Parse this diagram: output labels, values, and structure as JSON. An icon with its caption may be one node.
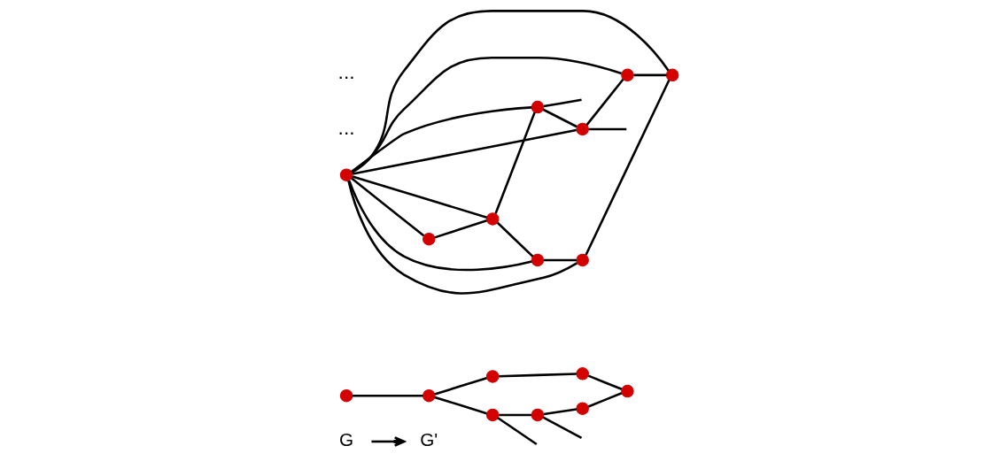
{
  "diagram": {
    "nodes": [
      {
        "text": [
          "G"
        ]
      },
      {
        "text": [],
        "shape": "circle"
      },
      {
        "text": [],
        "shape": "circle"
      },
      {
        "text": [],
        "shape": "circle"
      },
      {
        "text": [],
        "shape": "circle"
      },
      {
        "text": [],
        "shape": "circle"
      },
      {
        "text": [],
        "shape": "circle"
      },
      {
        "text": [],
        "shape": "circle"
      },
      {
        "text": [],
        "shape": "circle"
      },
      {
        "text": [
          "G'"
        ]
      },
      {
        "text": [],
        "shape": "circle"
      },
      {
        "text": [],
        "shape": "circle"
      },
      {
        "text": [],
        "shape": "circle"
      },
      {
        "text": [],
        "shape": "circle"
      },
      {
        "text": [],
        "shape": "circle"
      },
      {
        "text": [],
        "shape": "circle"
      },
      {
        "text": [],
        "shape": "circle"
      },
      {
        "text": [],
        "shape": "circle"
      },
      {
        "text": [],
        "shape": "circle"
      }
    ],
    "edges": [
      {
        "from": 1,
        "to": 3,
        "arrow": "none"
      },
      {
        "from": 3,
        "to": 2,
        "arrow": "none"
      },
      {
        "from": 3,
        "to": 5,
        "arrow": "none"
      },
      {
        "from": 5,
        "to": 7,
        "arrow": "none"
      },
      {
        "from": 7,
        "to": 8,
        "arrow": "none"
      },
      {
        "from": 8,
        "to": 6,
        "arrow": "none"
      },
      {
        "from": 2,
        "to": 4,
        "arrow": "none"
      },
      {
        "from": 4,
        "to": 6,
        "arrow": "none"
      },
      {
        "from": 5,
        "to": null,
        "arrow": "none"
      },
      {
        "from": 7,
        "to": null,
        "arrow": "none"
      },
      {
        "from": 0,
        "to": 9,
        "arrow": "to"
      },
      {
        "from": 10,
        "to": 12,
        "arrow": "none"
      },
      {
        "from": 12,
        "to": 11,
        "arrow": "none"
      },
      {
        "from": 12,
        "to": 15,
        "arrow": "none"
      },
      {
        "from": 15,
        "to": 16,
        "arrow": "none"
      },
      {
        "from": 16,
        "to": 18,
        "arrow": "none"
      },
      {
        "from": 18,
        "to": 14,
        "arrow": "none"
      },
      {
        "from": 11,
        "to": 13,
        "arrow": "none"
      },
      {
        "from": 13,
        "to": 14,
        "arrow": "none"
      },
      {
        "from": 15,
        "to": null,
        "arrow": "none"
      },
      {
        "from": 16,
        "to": null,
        "arrow": "none"
      },
      {
        "from": 17,
        "to": 10,
        "arrow": "none"
      },
      {
        "from": 17,
        "to": 12,
        "arrow": "none"
      },
      {
        "from": 17,
        "to": 15,
        "arrow": "none"
      },
      {
        "from": 17,
        "to": 16,
        "arrow": "none"
      },
      {
        "from": 17,
        "to": 18,
        "arrow": "none"
      },
      {
        "from": 17,
        "to": 11,
        "arrow": "none"
      },
      {
        "from": 17,
        "to": 13,
        "arrow": "none"
      },
      {
        "from": 17,
        "to": 14,
        "arrow": "none"
      }
    ],
    "labels": [
      "...",
      "..."
    ]
  }
}
